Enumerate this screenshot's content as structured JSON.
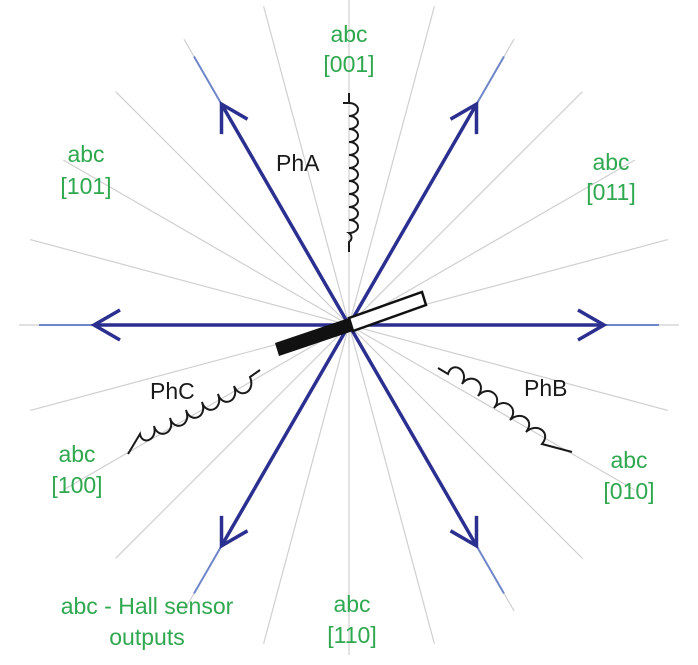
{
  "phases": {
    "a": "PhA",
    "b": "PhB",
    "c": "PhC"
  },
  "states": [
    {
      "name": "abc",
      "code": "[001]"
    },
    {
      "name": "abc",
      "code": "[011]"
    },
    {
      "name": "abc",
      "code": "[010]"
    },
    {
      "name": "abc",
      "code": "[110]"
    },
    {
      "name": "abc",
      "code": "[100]"
    },
    {
      "name": "abc",
      "code": "[101]"
    }
  ],
  "legend": {
    "line1": "abc - Hall sensor",
    "line2": "outputs"
  },
  "colors": {
    "vector": "#2b2f8f",
    "vector_tail": "#6f86c9",
    "grid": "#cfcfcf",
    "state_text": "#2fa84f",
    "coil": "#1a1a1a"
  }
}
